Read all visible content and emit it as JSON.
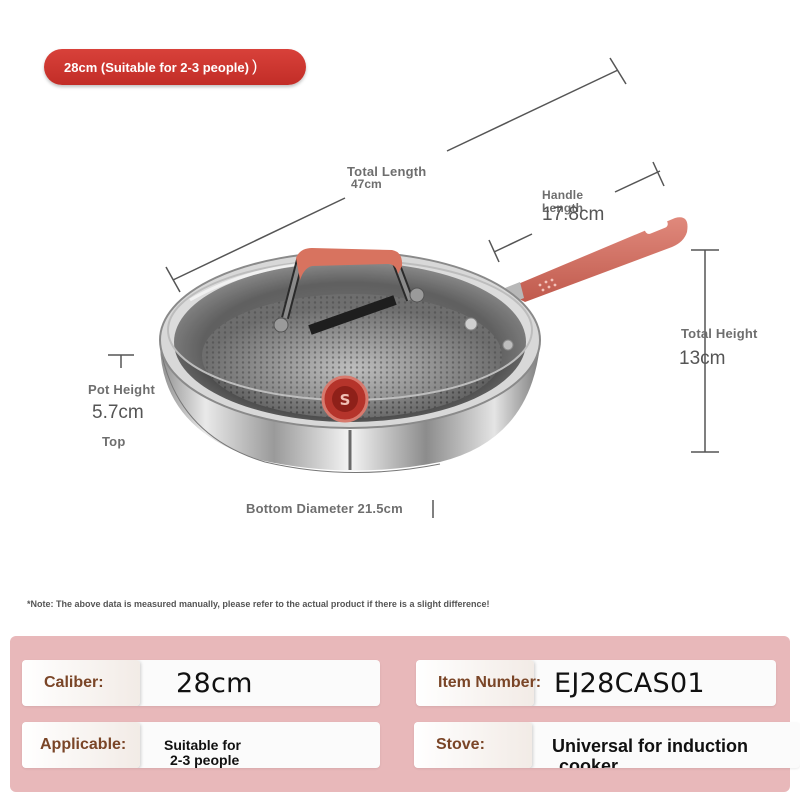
{
  "header": {
    "size_badge": "28cm (Suitable for 2-3 people)"
  },
  "diagram": {
    "total_length_label": "Total Length",
    "total_length_value": "47cm",
    "handle_length_label": "Handle Length",
    "handle_length_value": "17.8cm",
    "total_height_label": "Total Height",
    "total_height_value": "13cm",
    "pot_height_label": "Pot Height",
    "pot_height_value": "5.7cm",
    "top_label": "Top",
    "bottom_diameter_label": "Bottom Diameter 21.5cm"
  },
  "note": "*Note: The above data is measured manually, please refer to the actual product if there is a slight difference!",
  "specs": {
    "caliber_label": "Caliber:",
    "caliber_value": "28cm",
    "item_number_label": "Item Number:",
    "item_number_value": "EJ28CAS01",
    "applicable_label": "Applicable:",
    "applicable_value_line1": "Suitable for",
    "applicable_value_line2": "2-3 people",
    "stove_label": "Stove:",
    "stove_value_line1": "Universal for induction",
    "stove_value_line2": "cooker"
  },
  "colors": {
    "accent": "#c9302a",
    "panel": "#e8b8ba",
    "tag_text": "#7a4527"
  }
}
